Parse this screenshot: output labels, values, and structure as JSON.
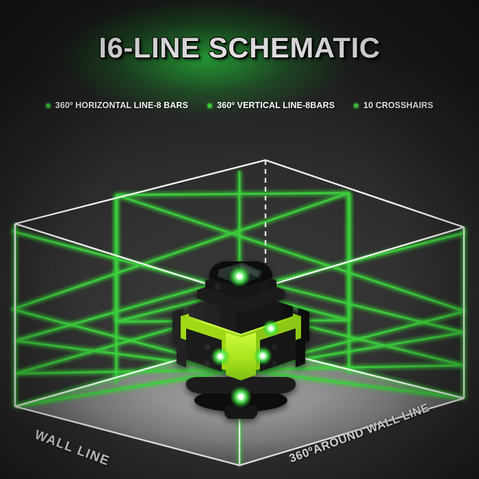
{
  "header": {
    "title": "I6-LINE SCHEMATIC",
    "glow_color": "#28be3c",
    "title_color": "#ffffff",
    "features": [
      {
        "icon": "bullet-dot-icon",
        "label": "360º HORIZONTAL LINE-8 BARS"
      },
      {
        "icon": "bullet-dot-icon",
        "label": "360º VERTICAL LINE-8BARS"
      },
      {
        "icon": "bullet-dot-icon",
        "label": "10 CROSSHAIRS"
      }
    ]
  },
  "scene": {
    "wall_line_label": "WALL  LINE",
    "around_wall_line_label": "360ºAROUND WALL LINE",
    "laser_color": "#3cd23c",
    "laser_core_color": "#aaffaa",
    "box_edge_color": "#f2f2f2",
    "floor_color": "#9a9a9a",
    "background_color": "#2b2b2b"
  },
  "device": {
    "name": "16-line-laser-level",
    "body_color": "#1a1a1a",
    "accent_color": "#b9f227",
    "beam_dot_color": "#6dff6d"
  }
}
